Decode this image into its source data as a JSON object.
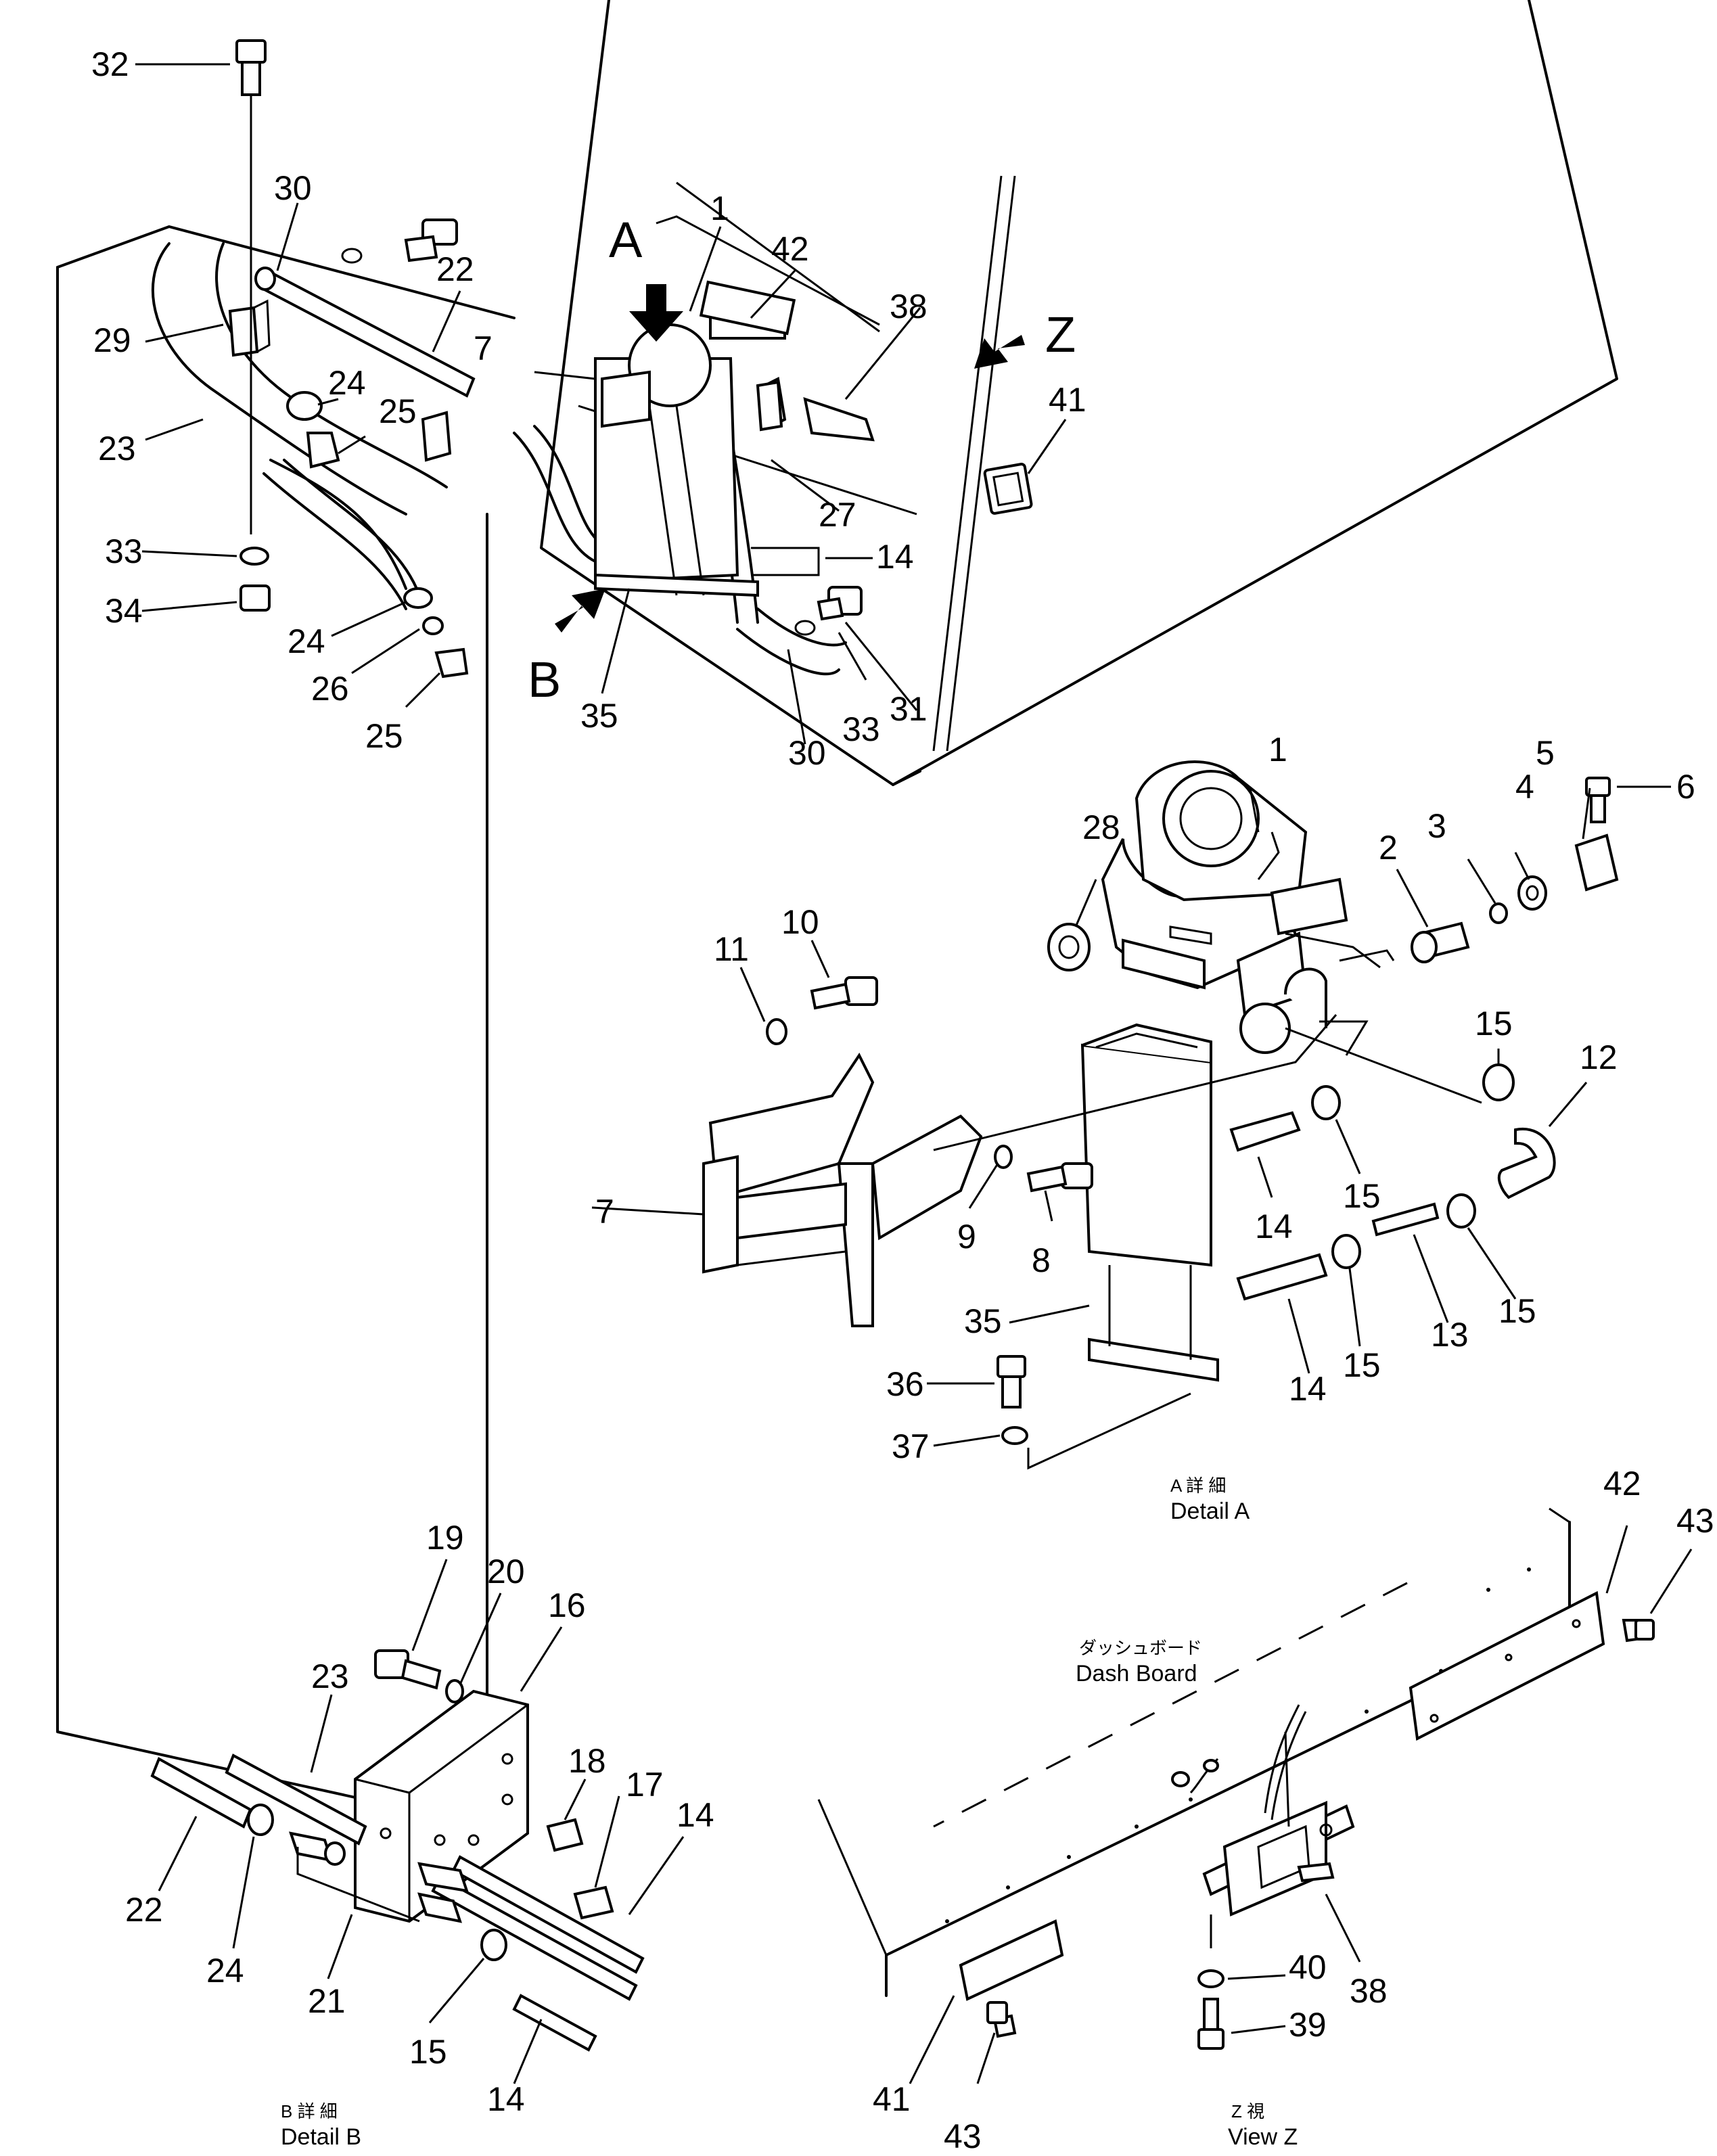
{
  "labels": {
    "l1": "1",
    "l2": "2",
    "l3": "3",
    "l4": "4",
    "l5": "5",
    "l6": "6",
    "l7": "7",
    "l8": "8",
    "l9": "9",
    "l10": "10",
    "l11": "11",
    "l12": "12",
    "l13": "13",
    "l14": "14",
    "l15": "15",
    "l16": "16",
    "l17": "17",
    "l18": "18",
    "l19": "19",
    "l20": "20",
    "l21": "21",
    "l22": "22",
    "l23": "23",
    "l24": "24",
    "l25": "25",
    "l26": "26",
    "l27": "27",
    "l28": "28",
    "l29": "29",
    "l30": "30",
    "l31": "31",
    "l32": "32",
    "l33": "33",
    "l34": "34",
    "l35": "35",
    "l36": "36",
    "l37": "37",
    "l38": "38",
    "l39": "39",
    "l40": "40",
    "l41": "41",
    "l42": "42",
    "l43": "43"
  },
  "views": {
    "a": "A",
    "b": "B",
    "z": "Z"
  },
  "captions": {
    "detail_a_jp": "A 詳 細",
    "detail_a": "Detail  A",
    "detail_b_jp": "B  詳 細",
    "detail_b": "Detail  B",
    "view_z_jp": "Z  視",
    "view_z": "View  Z",
    "dash_board_jp": "ダッシュボード",
    "dash_board": "Dash  Board"
  }
}
